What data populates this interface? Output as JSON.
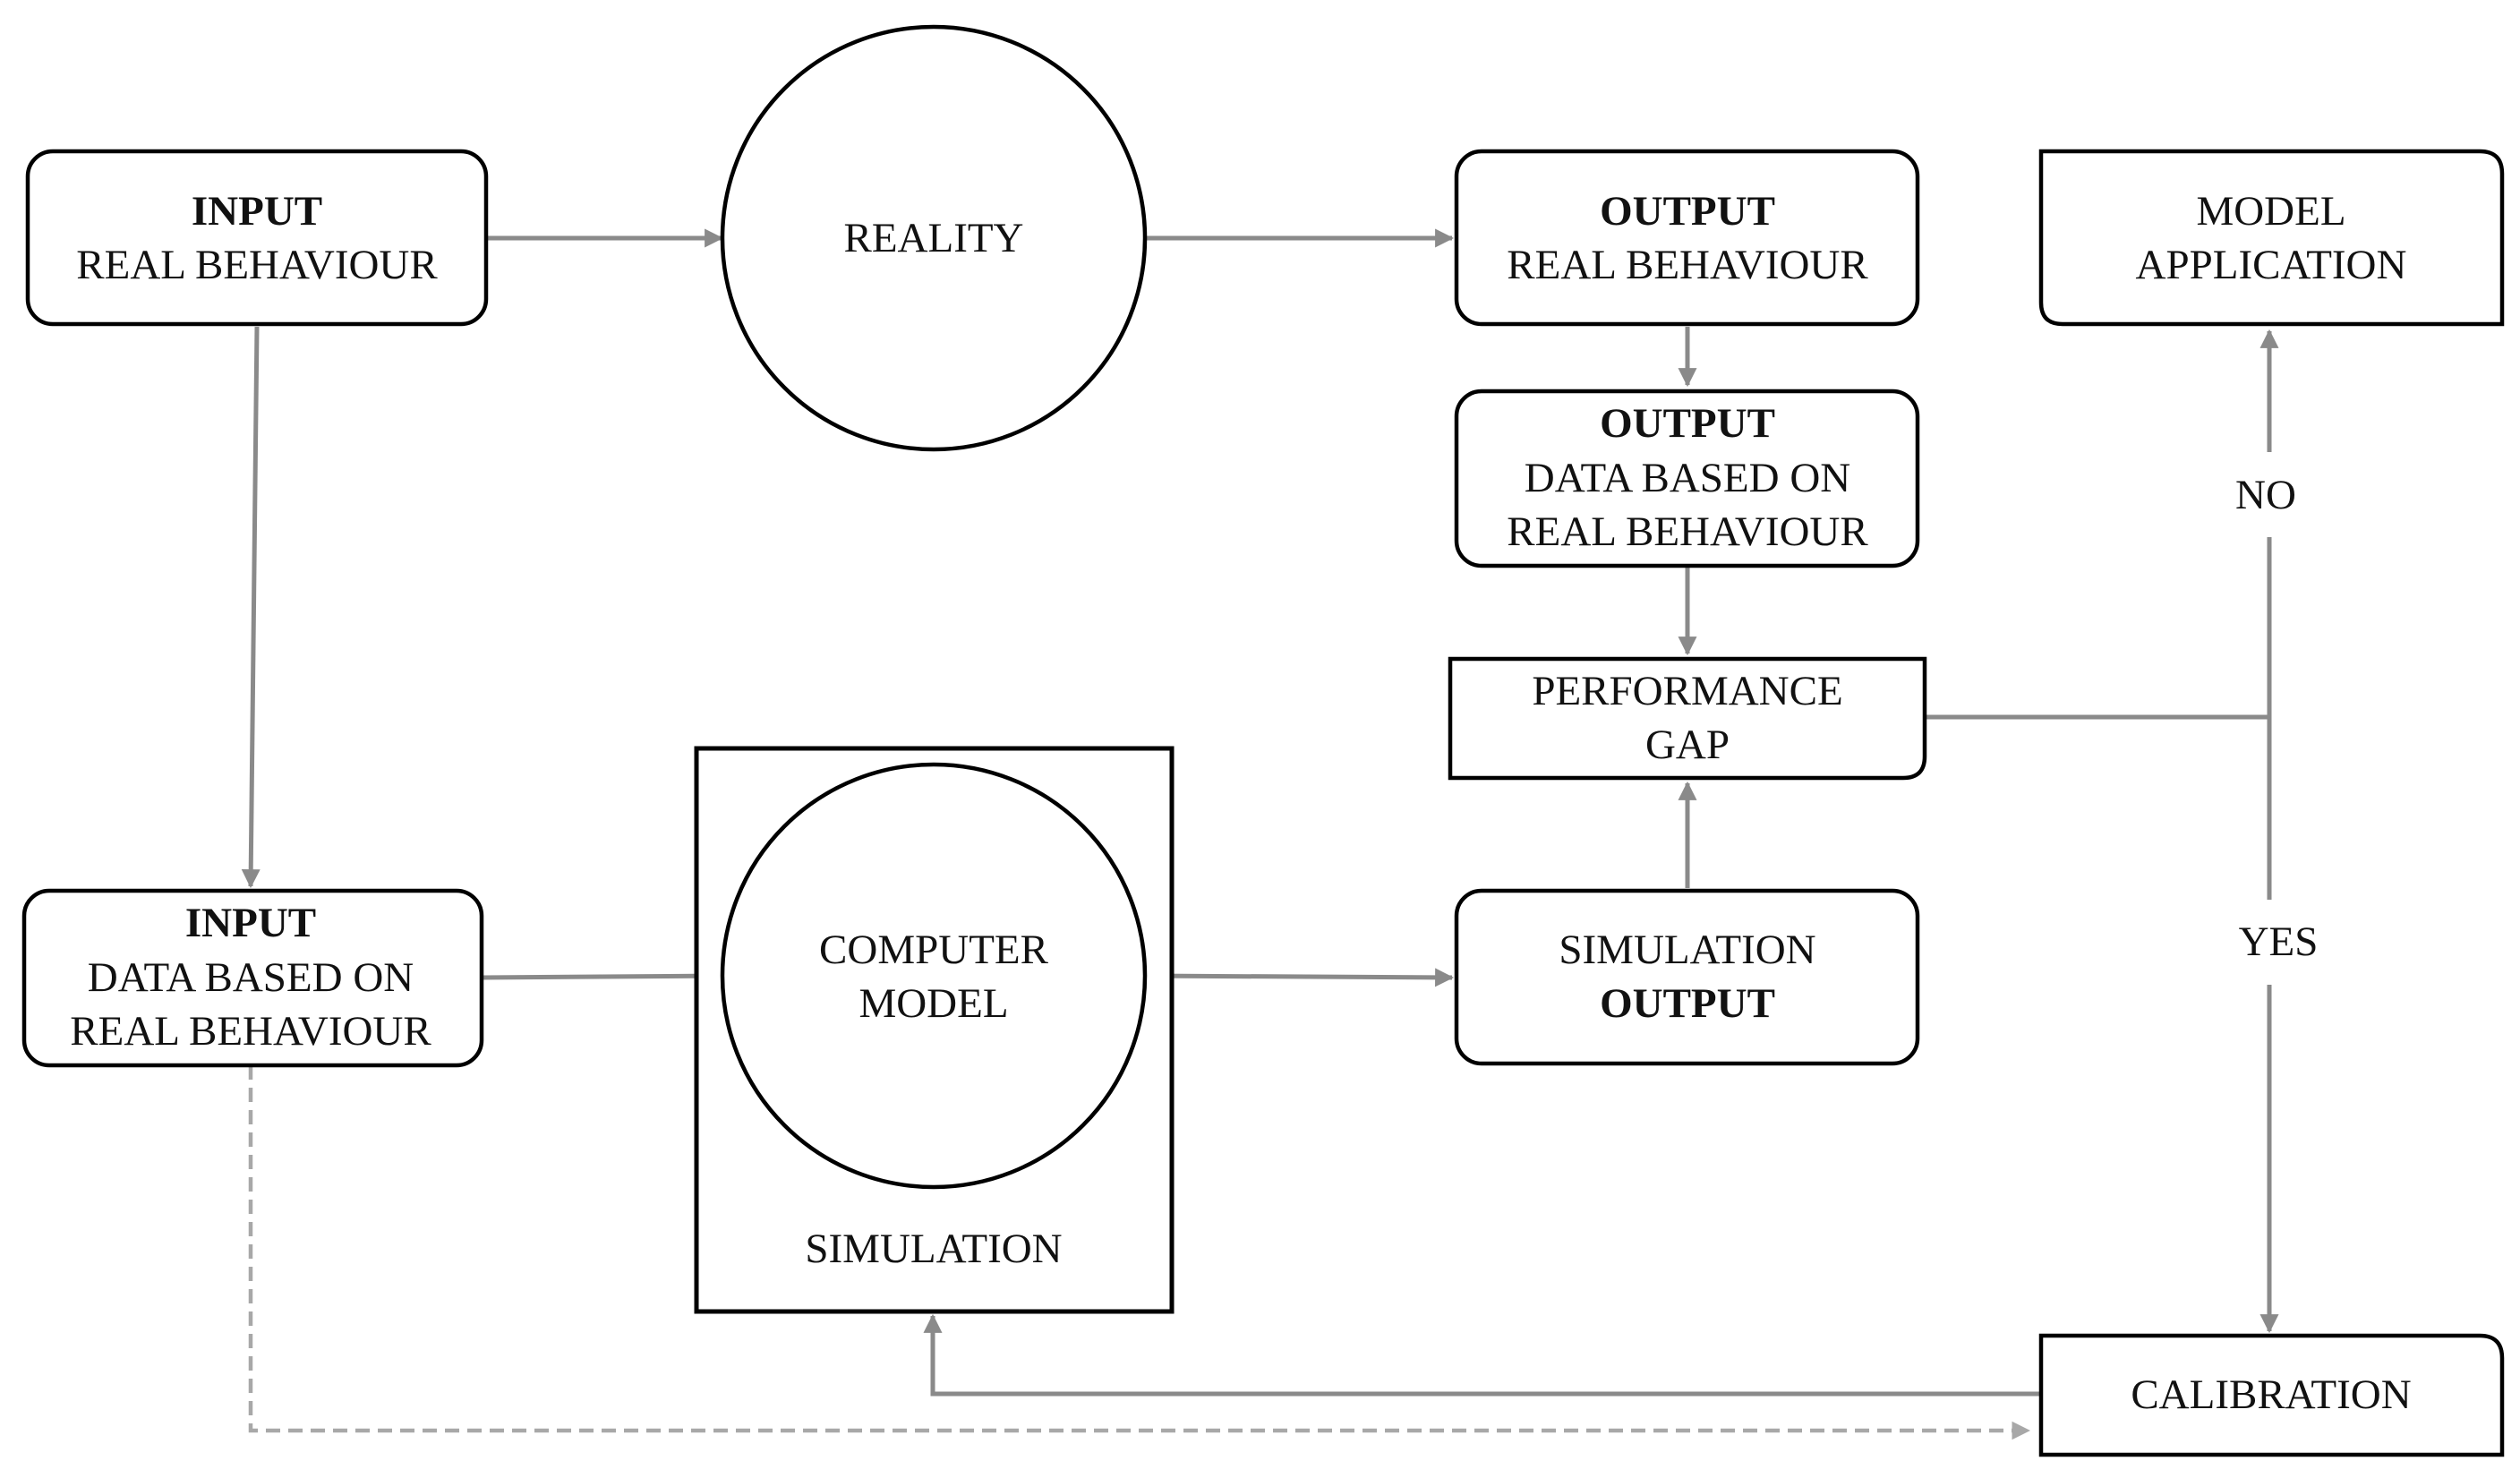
{
  "nodes": {
    "input_real": {
      "line1": "INPUT",
      "line2": "REAL BEHAVIOUR"
    },
    "reality": {
      "label": "REALITY"
    },
    "output_real": {
      "line1": "OUTPUT",
      "line2": "REAL BEHAVIOUR"
    },
    "model_application": {
      "line1": "MODEL",
      "line2": "APPLICATION"
    },
    "output_data": {
      "line1": "OUTPUT",
      "line2": "DATA BASED ON",
      "line3": "REAL BEHAVIOUR"
    },
    "performance_gap": {
      "line1": "PERFORMANCE",
      "line2": "GAP"
    },
    "input_data": {
      "line1": "INPUT",
      "line2": "DATA BASED ON",
      "line3": "REAL BEHAVIOUR"
    },
    "computer_model": {
      "line1": "COMPUTER",
      "line2": "MODEL"
    },
    "simulation": {
      "label": "SIMULATION"
    },
    "simulation_output": {
      "line1": "SIMULATION",
      "line2": "OUTPUT"
    },
    "calibration": {
      "label": "CALIBRATION"
    }
  },
  "edges": {
    "no_label": "NO",
    "yes_label": "YES"
  },
  "colors": {
    "node_stroke": "#000000",
    "edge": "#8a8a8a",
    "dashed_edge": "#a8a8a8",
    "text": "#111111"
  }
}
